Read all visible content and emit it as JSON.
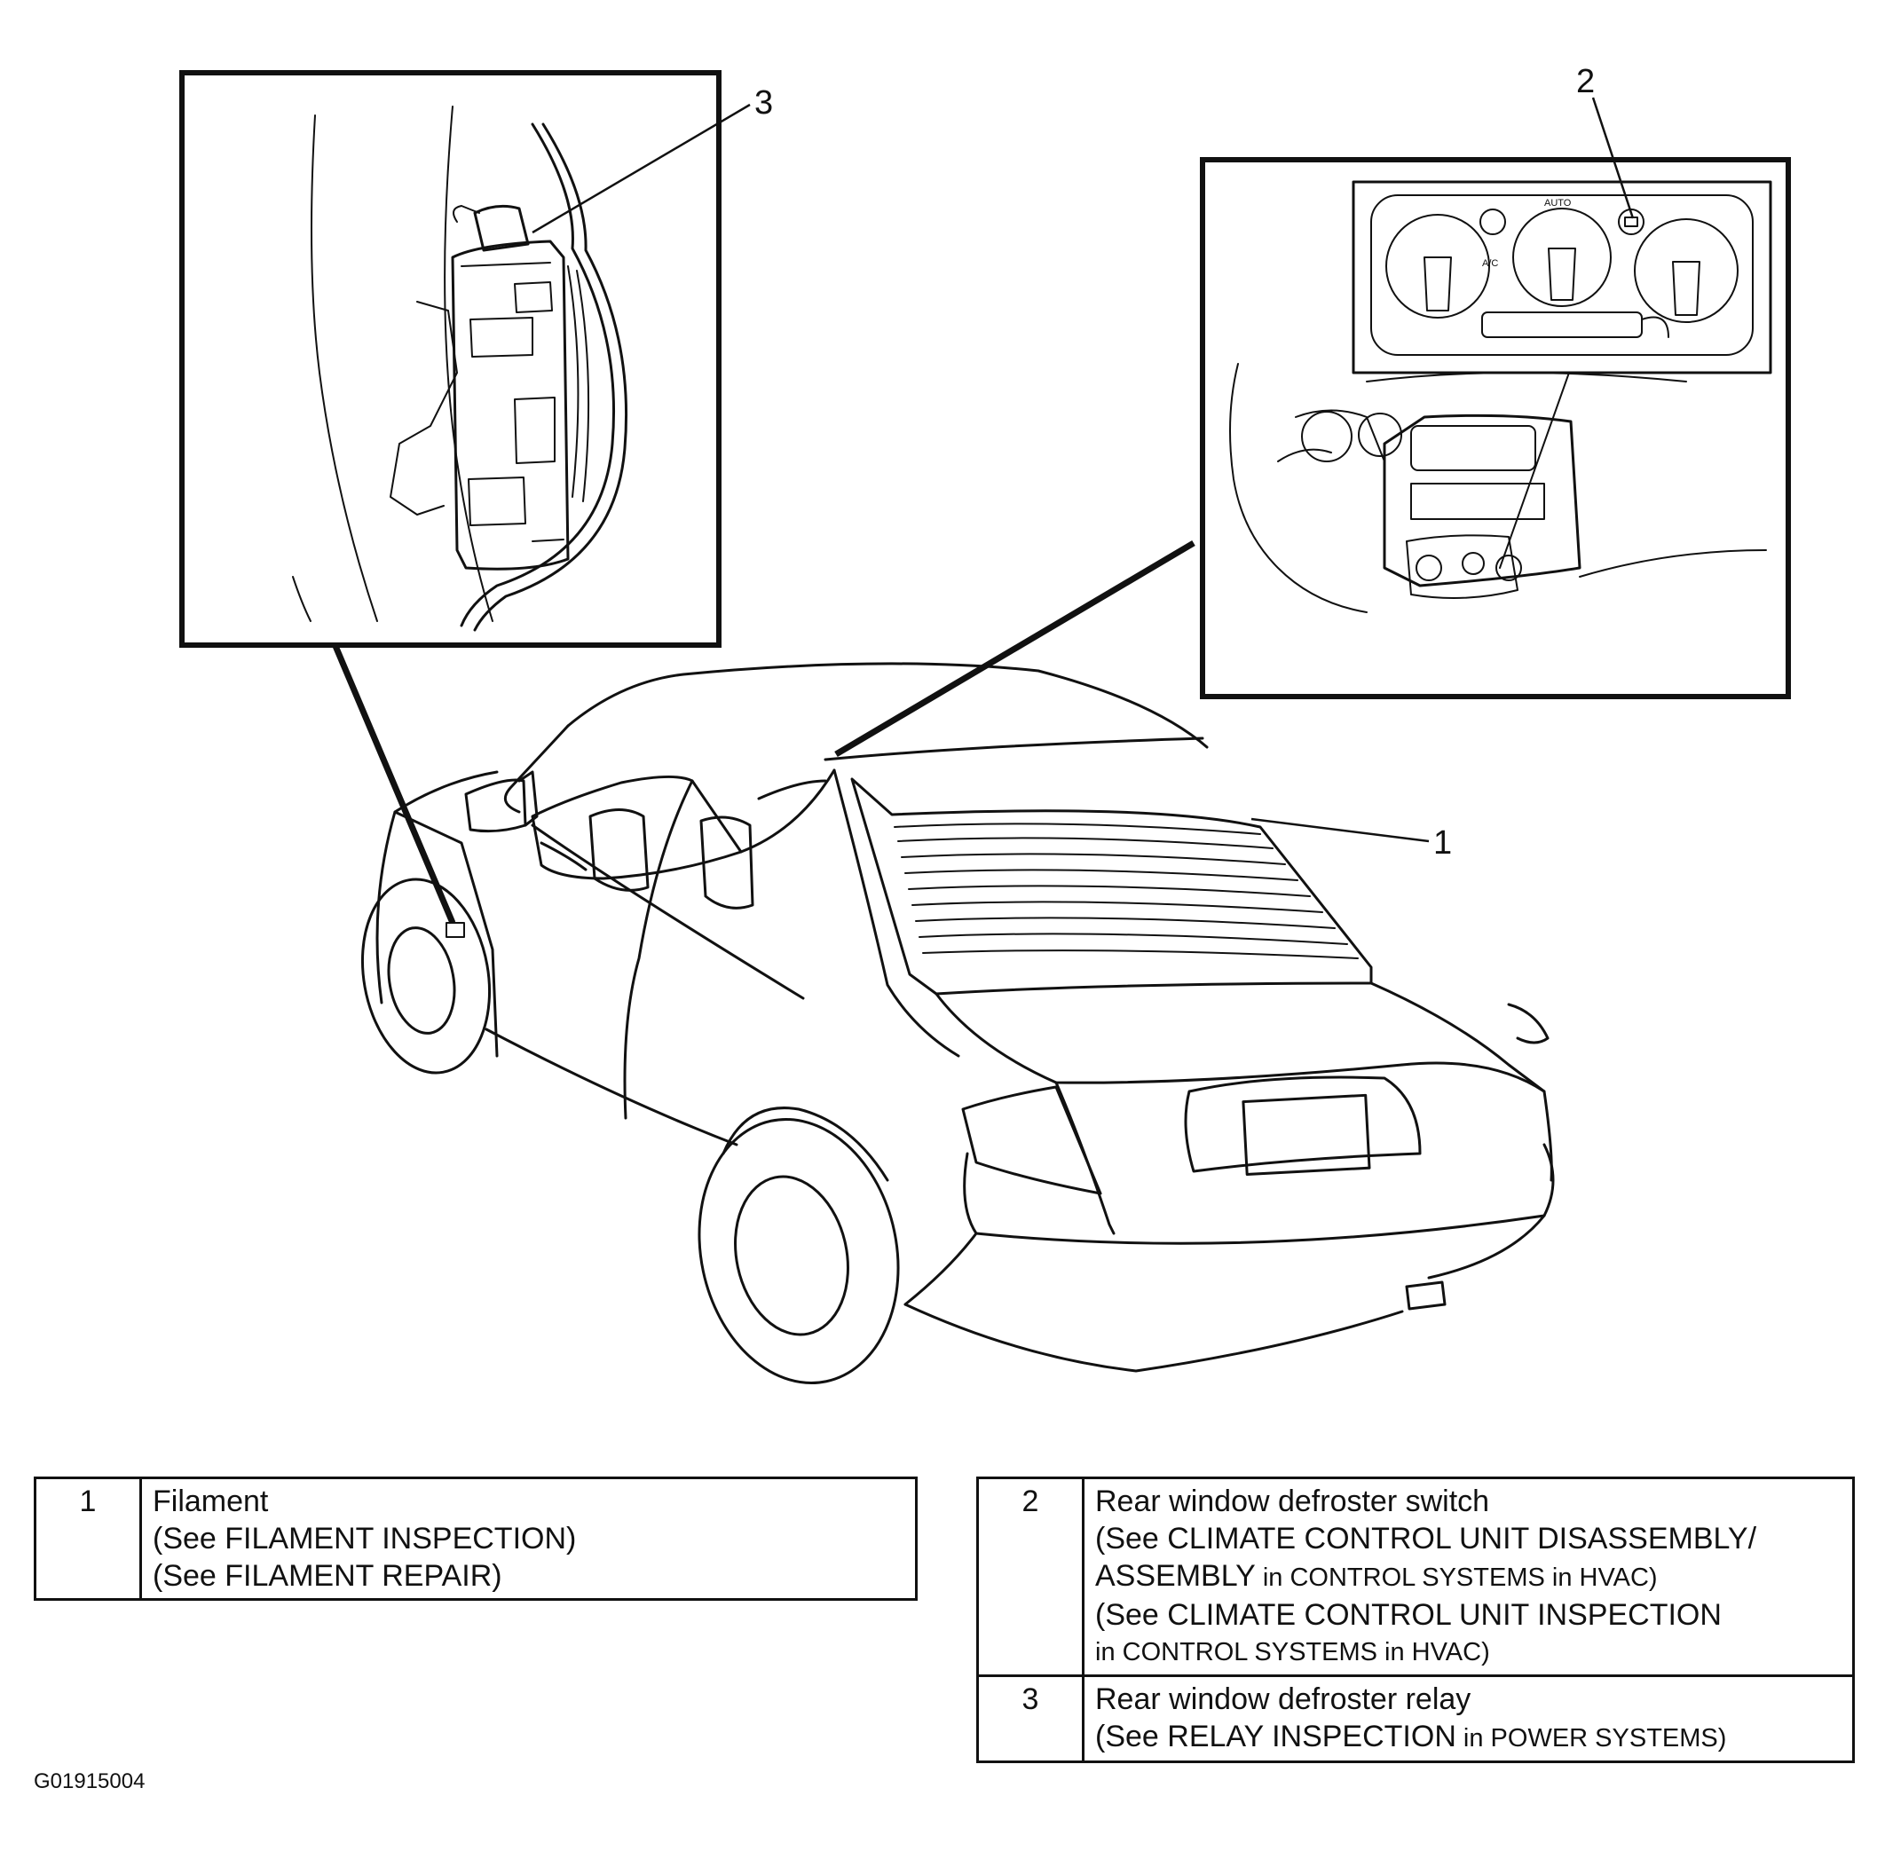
{
  "callouts": {
    "c1": "1",
    "c2": "2",
    "c3": "3"
  },
  "panel_labels": {
    "ac": "A/C",
    "auto": "AUTO"
  },
  "legend": {
    "left": [
      {
        "num": "1",
        "title": "Filament",
        "lines": [
          "(See FILAMENT INSPECTION)",
          "(See FILAMENT REPAIR)"
        ]
      }
    ],
    "right": [
      {
        "num": "2",
        "title": "Rear window defroster switch",
        "ref1_a": "(See CLIMATE CONTROL UNIT DISASSEMBLY/",
        "ref1_b": "ASSEMBLY",
        "ref1_c": " in CONTROL SYSTEMS in HVAC)",
        "ref2_a": "(See CLIMATE CONTROL UNIT INSPECTION",
        "ref2_b": "in CONTROL SYSTEMS in HVAC)"
      },
      {
        "num": "3",
        "title": "Rear window defroster relay",
        "ref_a": "(See RELAY INSPECTION",
        "ref_b": " in POWER SYSTEMS)"
      }
    ]
  },
  "figure_id": "G01915004"
}
